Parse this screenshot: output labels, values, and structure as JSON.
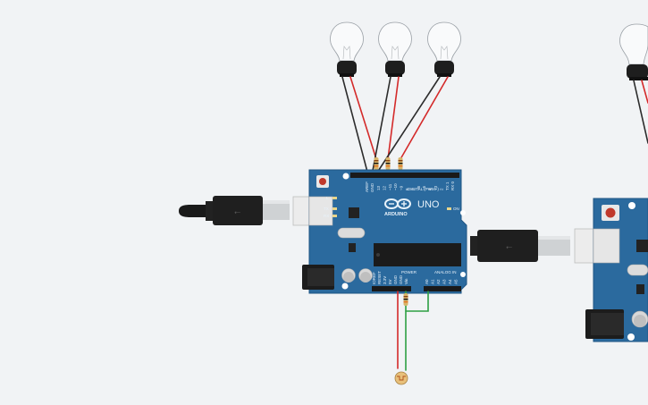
{
  "workspace": {
    "background": "#f1f3f5"
  },
  "board": {
    "brand_label": "ARDUINO",
    "model_label": "UNO",
    "digital_header_label": "DIGITAL (PWM~)",
    "power_header_label": "POWER",
    "analog_header_label": "ANALOG IN",
    "on_label": "ON",
    "tx_label": "TX",
    "rx_label": "RX",
    "l_label": "L",
    "aref_label": "AREF",
    "gnd_label": "GND",
    "digital_pins": [
      "13",
      "12",
      "~11",
      "~10",
      "~9",
      "8",
      "7",
      "~6",
      "~5",
      "4",
      "~3",
      "2",
      "TX 1",
      "RX 0"
    ],
    "power_pins": [
      "IOREF",
      "RESET",
      "3.3V",
      "5V",
      "GND",
      "GND",
      "Vin"
    ],
    "analog_pins": [
      "A0",
      "A1",
      "A2",
      "A3",
      "A4",
      "A5"
    ],
    "board_color": "#2b6a9e",
    "edge_color": "#1f5584"
  },
  "components": {
    "bulbs": [
      "light-bulb-1",
      "light-bulb-2",
      "light-bulb-3",
      "light-bulb-4"
    ],
    "wire_colors": {
      "red": "#d42a2a",
      "black": "#2c2c2c",
      "green": "#2ea043"
    }
  }
}
